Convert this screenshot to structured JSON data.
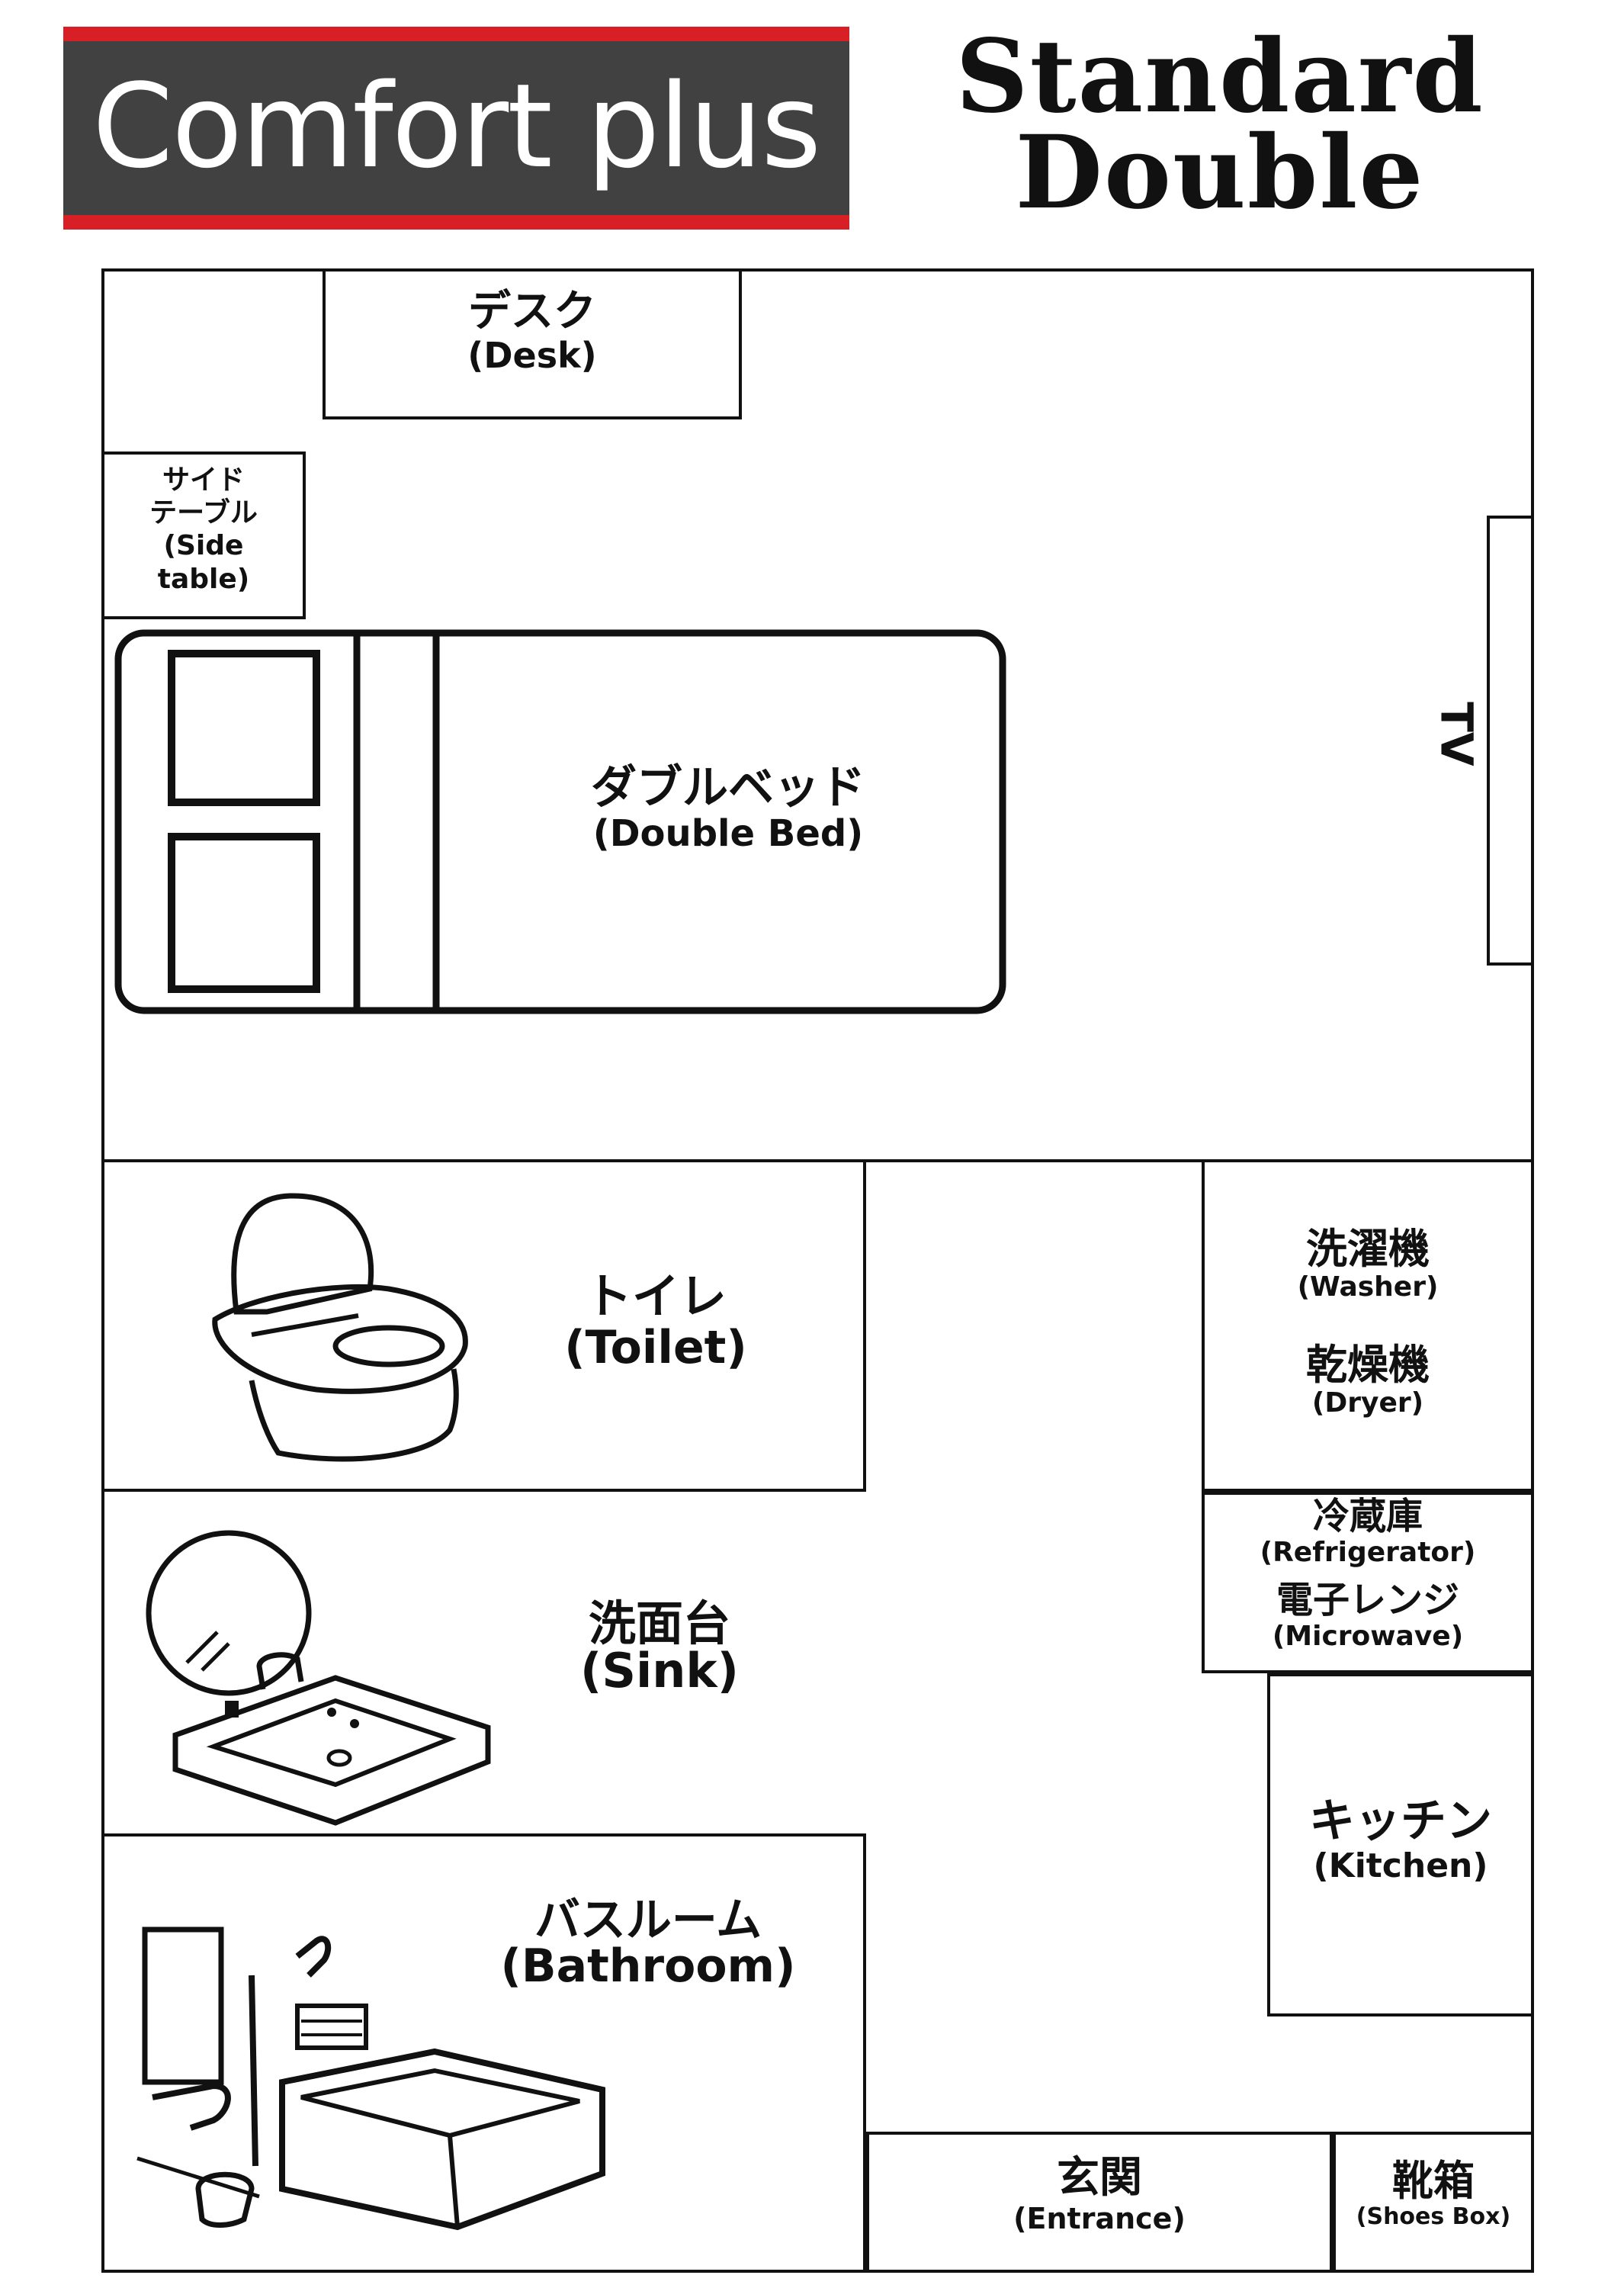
{
  "header": {
    "badge": "Comfort plus",
    "room_type_line1": "Standard",
    "room_type_line2": "Double"
  },
  "rooms": {
    "desk": {
      "jp": "デスク",
      "en": "(Desk)"
    },
    "side_table": {
      "jp1": "サイド",
      "jp2": "テーブル",
      "en1": "(Side",
      "en2": "table)"
    },
    "bed": {
      "jp": "ダブルベッド",
      "en": "(Double Bed)"
    },
    "tv": {
      "label": "TV"
    },
    "toilet": {
      "jp": "トイレ",
      "en": "(Toilet)"
    },
    "washer": {
      "jp": "洗濯機",
      "en": "(Washer)"
    },
    "dryer": {
      "jp": "乾燥機",
      "en": "(Dryer)"
    },
    "refrigerator": {
      "jp": "冷蔵庫",
      "en": "(Refrigerator)"
    },
    "microwave": {
      "jp": "電子レンジ",
      "en": "(Microwave)"
    },
    "sink": {
      "jp": "洗面台",
      "en": "(Sink)"
    },
    "kitchen": {
      "jp": "キッチン",
      "en": "(Kitchen)"
    },
    "bathroom": {
      "jp": "バスルーム",
      "en": "(Bathroom)"
    },
    "entrance": {
      "jp": "玄関",
      "en": "(Entrance)"
    },
    "shoes_box": {
      "jp": "靴箱",
      "en": "(Shoes Box)"
    }
  },
  "colors": {
    "badge_bg": "#414141",
    "badge_stripe": "#d81f26",
    "ink": "#111111"
  }
}
